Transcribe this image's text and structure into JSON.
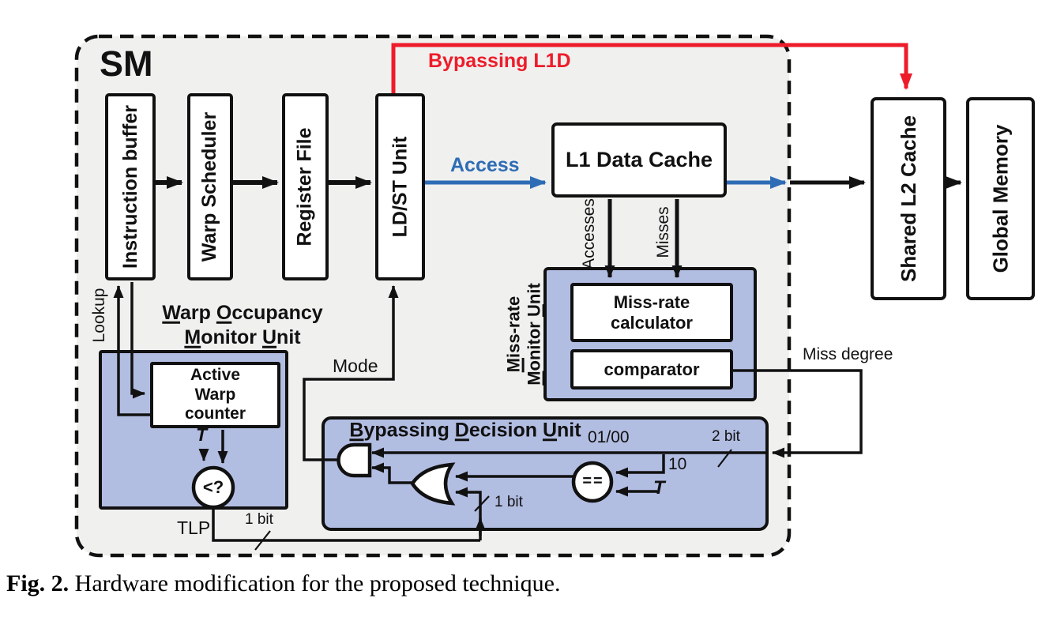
{
  "colors": {
    "unit_fill": "#b2bde2",
    "sm_bg": "#f0f0ef",
    "line": "#111111",
    "red": "#ed1c2a",
    "blue": "#2e6cb5"
  },
  "sm": {
    "label": "SM"
  },
  "pipeline": {
    "instruction_buffer": "Instruction buffer",
    "warp_scheduler": "Warp Scheduler",
    "register_file": "Register File",
    "ldst_unit": "LD/ST Unit"
  },
  "memory": {
    "l1": "L1 Data Cache",
    "l2": "Shared L2 Cache",
    "global": "Global Memory"
  },
  "flows": {
    "bypass": "Bypassing L1D",
    "access": "Access",
    "accesses": "Accesses",
    "misses": "Misses",
    "lookup": "Lookup",
    "mode": "Mode",
    "tlp": "TLP",
    "miss_degree": "Miss degree",
    "one_bit": "1 bit",
    "two_bit": "2 bit",
    "vals_0100": "01/00",
    "val_10": "10",
    "threshold": "T"
  },
  "womu": {
    "title_line1": "Warp Occupancy",
    "title_line2": "Monitor Unit",
    "counter": "Active\nWarp\ncounter",
    "compare": "<?"
  },
  "mmu": {
    "label_line1": "Miss-rate",
    "label_line2": "Monitor Unit",
    "calculator": "Miss-rate\ncalculator",
    "comparator": "comparator"
  },
  "bdu": {
    "title": "Bypassing Decision Unit",
    "equality": "=="
  },
  "caption": {
    "prefix": "Fig. 2.",
    "text": " Hardware modification for the proposed technique."
  }
}
